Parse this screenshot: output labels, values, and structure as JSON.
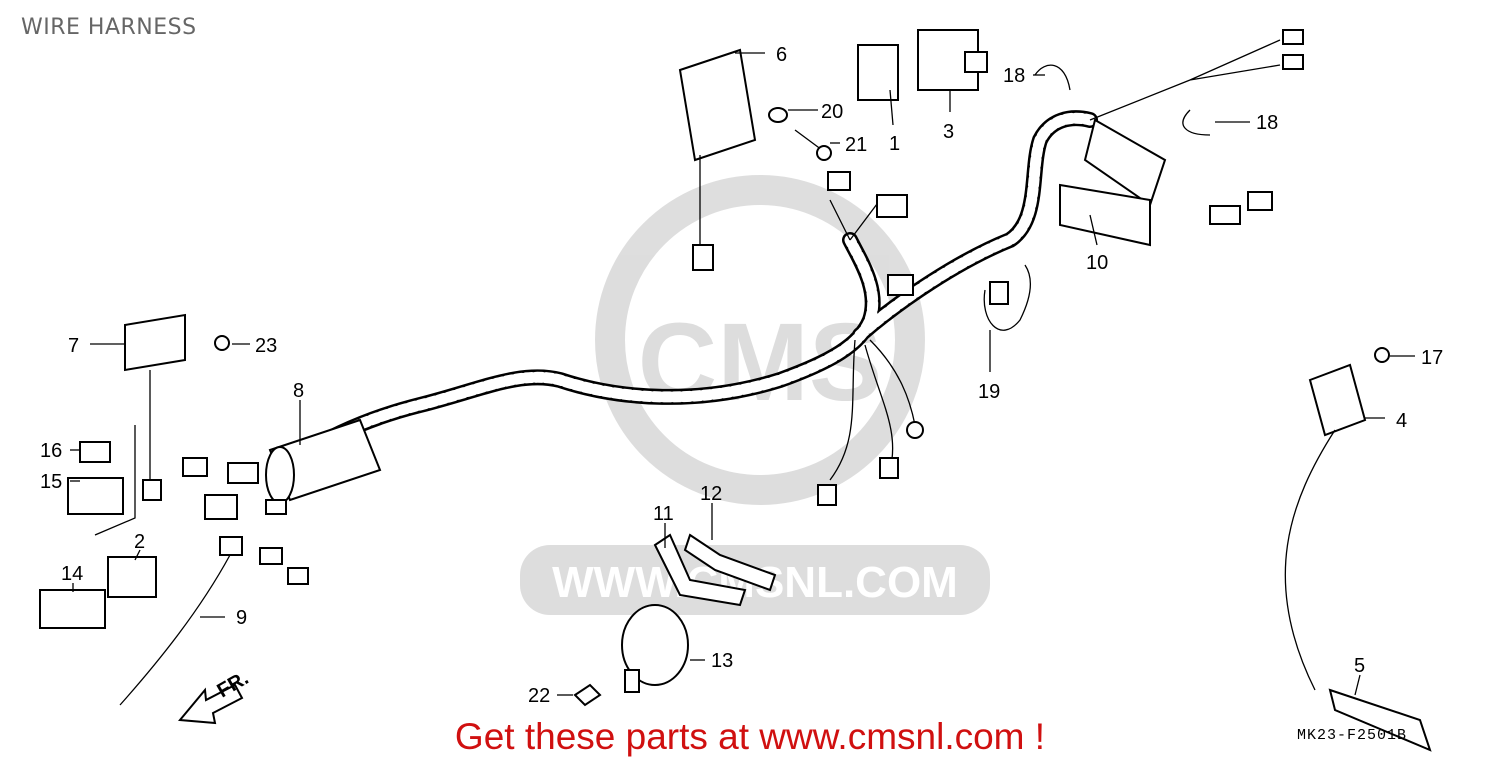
{
  "header": {
    "title": "WIRE HARNESS"
  },
  "watermark": {
    "brand": "CMS",
    "url": "WWW.CMSNL.COM"
  },
  "direction_marker": "FR.",
  "parts": {
    "p1": "1",
    "p2": "2",
    "p3": "3",
    "p4": "4",
    "p5": "5",
    "p6": "6",
    "p7": "7",
    "p8": "8",
    "p9": "9",
    "p10": "10",
    "p11": "11",
    "p12": "12",
    "p13": "13",
    "p14": "14",
    "p15": "15",
    "p16": "16",
    "p17": "17",
    "p18a": "18",
    "p18b": "18",
    "p19": "19",
    "p20": "20",
    "p21": "21",
    "p22": "22",
    "p23": "23"
  },
  "footer": {
    "promo": "Get these parts at www.cmsnl.com !",
    "diagram_code": "MK23-F2501B"
  }
}
